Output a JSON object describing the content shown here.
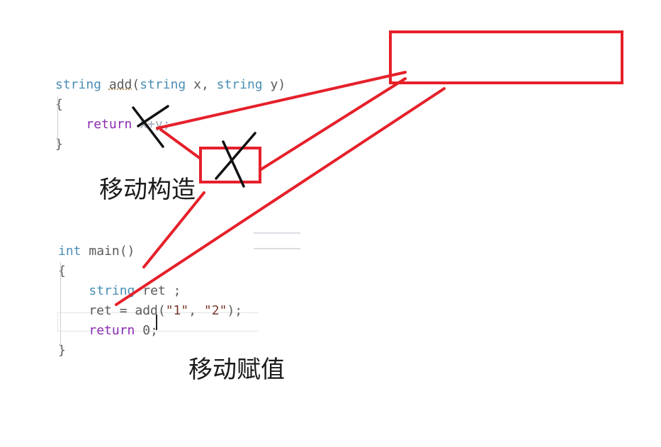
{
  "snippet_top": {
    "lines": [
      {
        "parts": [
          {
            "t": "string",
            "c": "kw-type"
          },
          {
            "t": " ",
            "c": "ident"
          },
          {
            "t": "add",
            "c": "fn"
          },
          {
            "t": "(",
            "c": "ident"
          },
          {
            "t": "string",
            "c": "kw-type"
          },
          {
            "t": " x, ",
            "c": "ident"
          },
          {
            "t": "string",
            "c": "kw-type"
          },
          {
            "t": " y)",
            "c": "ident"
          }
        ]
      },
      {
        "parts": [
          {
            "t": "{",
            "c": "ident"
          }
        ]
      },
      {
        "parts": [
          {
            "t": "    ",
            "c": "ident"
          },
          {
            "t": "return",
            "c": "kw-ctrl"
          },
          {
            "t": " x+y;",
            "c": "faded"
          }
        ]
      },
      {
        "parts": [
          {
            "t": "}",
            "c": "ident"
          }
        ]
      }
    ]
  },
  "snippet_bottom": {
    "lines": [
      {
        "parts": [
          {
            "t": "int",
            "c": "kw-type"
          },
          {
            "t": " main()",
            "c": "ident"
          }
        ]
      },
      {
        "parts": [
          {
            "t": "{",
            "c": "ident"
          }
        ]
      },
      {
        "parts": [
          {
            "t": "    ",
            "c": "ident"
          },
          {
            "t": "string",
            "c": "kw-type"
          },
          {
            "t": " ret ;",
            "c": "ident"
          }
        ]
      },
      {
        "parts": [
          {
            "t": "    ret = add(",
            "c": "ident"
          },
          {
            "t": "\"1\"",
            "c": "str"
          },
          {
            "t": ", ",
            "c": "ident"
          },
          {
            "t": "\"2\"",
            "c": "str"
          },
          {
            "t": ");",
            "c": "ident"
          }
        ]
      },
      {
        "parts": [
          {
            "t": "    ",
            "c": "ident"
          },
          {
            "t": "return",
            "c": "kw-ctrl"
          },
          {
            "t": " 0;",
            "c": "num"
          }
        ]
      },
      {
        "parts": [
          {
            "t": "}",
            "c": "ident"
          }
        ]
      }
    ]
  },
  "labels": {
    "move_construct": "移动构造",
    "move_assign": "移动赋值"
  },
  "colors": {
    "annotation_red": "#e5202a",
    "cross_black": "#111111"
  }
}
